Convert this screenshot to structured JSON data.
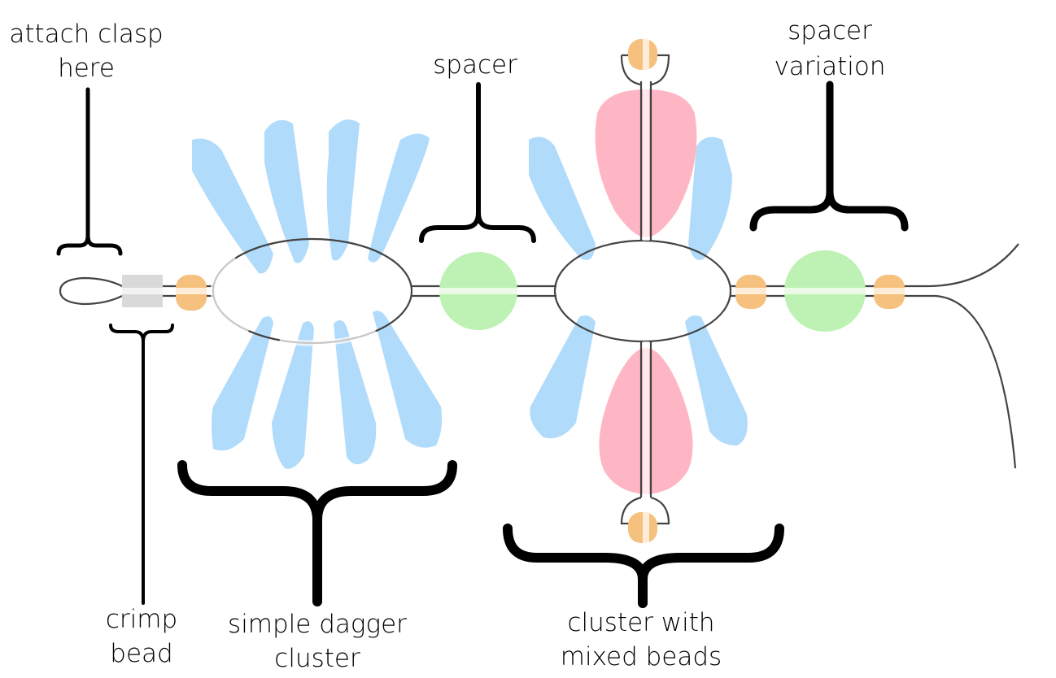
{
  "labels": {
    "attach_clasp_line1": "attach clasp",
    "attach_clasp_line2": "here",
    "crimp_line1": "crimp",
    "crimp_line2": "bead",
    "simple_line1": "simple dagger",
    "simple_line2": "cluster",
    "spacer": "spacer",
    "mixed_line1": "cluster with",
    "mixed_line2": "mixed beads",
    "variation_line1": "spacer",
    "variation_line2": "variation"
  },
  "colors": {
    "dagger_blue": "#aad8fb",
    "drop_pink": "#ffb6c4",
    "spacer_green": "#bdf2b4",
    "seed_orange": "#f6c07e",
    "crimp_gray": "#d9d9d9",
    "wire": "#444444",
    "brace": "#000000"
  }
}
